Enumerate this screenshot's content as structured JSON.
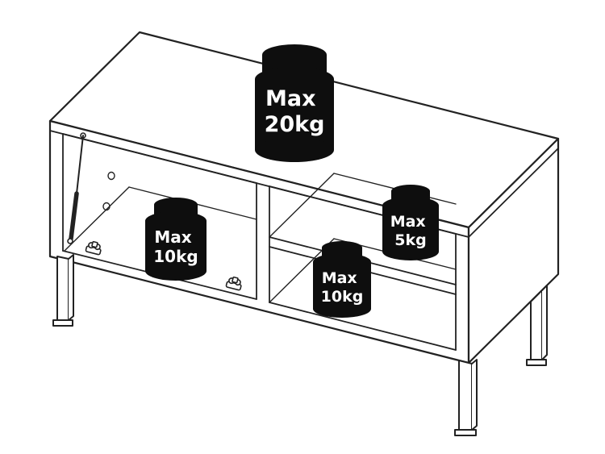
{
  "diagram": {
    "name": "tv-stand-weight-limit-diagram",
    "background": "#ffffff",
    "line_color": "#222222",
    "weight_fill": "#0e0e0e",
    "label_color": "#ffffff",
    "weights": [
      {
        "id": "top-surface",
        "label_line1": "Max",
        "label_line2": "20kg"
      },
      {
        "id": "left-compartment",
        "label_line1": "Max",
        "label_line2": "10kg"
      },
      {
        "id": "right-shelf",
        "label_line1": "Max",
        "label_line2": "5kg"
      },
      {
        "id": "bottom-right-compartment",
        "label_line1": "Max",
        "label_line2": "10kg"
      }
    ]
  }
}
